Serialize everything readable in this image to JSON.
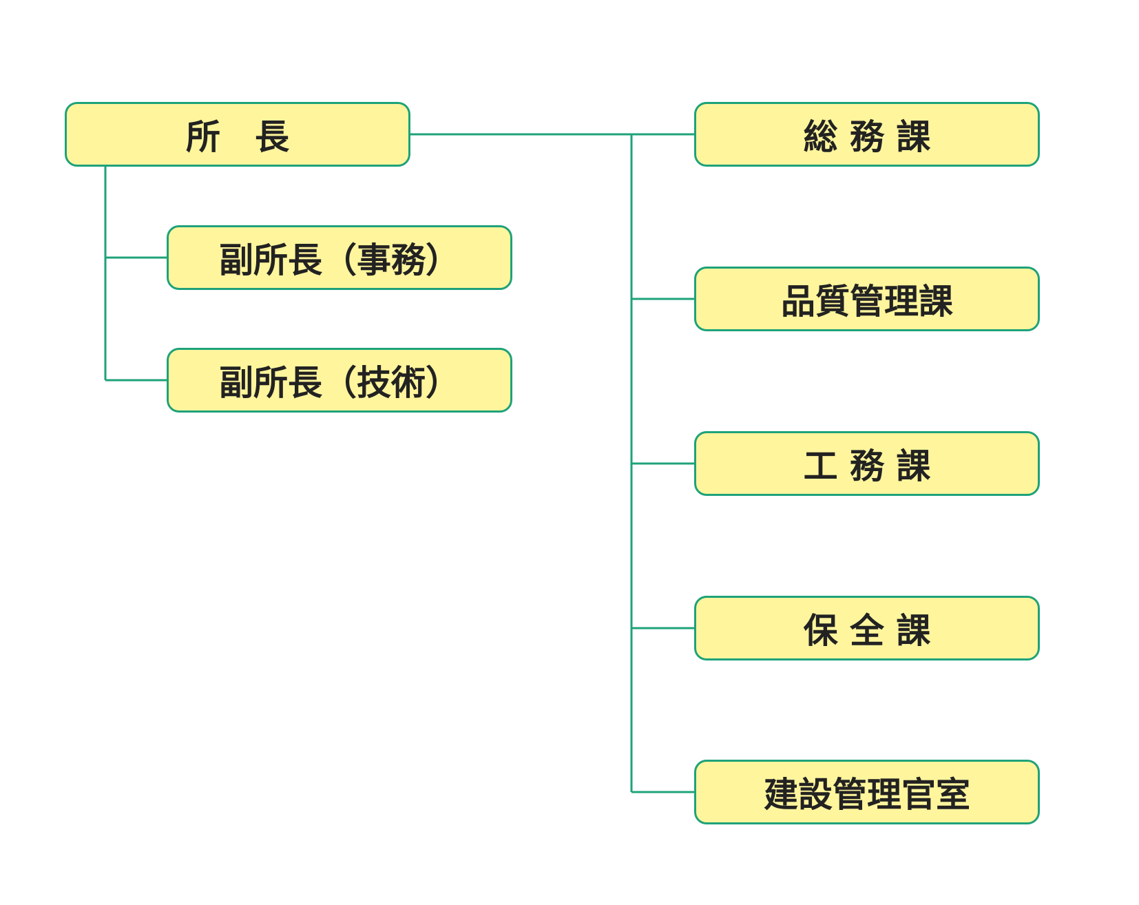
{
  "org_chart": {
    "line_color": "#1ea27a",
    "box_fill": "#fff59d",
    "box_border": "#1ea27a",
    "director": {
      "label": "所　長"
    },
    "deputies": [
      {
        "label": "副所長（事務）"
      },
      {
        "label": "副所長（技術）"
      }
    ],
    "divisions": [
      {
        "label": "総 務 課"
      },
      {
        "label": "品質管理課"
      },
      {
        "label": "工 務 課"
      },
      {
        "label": "保 全 課"
      },
      {
        "label": "建設管理官室"
      }
    ]
  }
}
